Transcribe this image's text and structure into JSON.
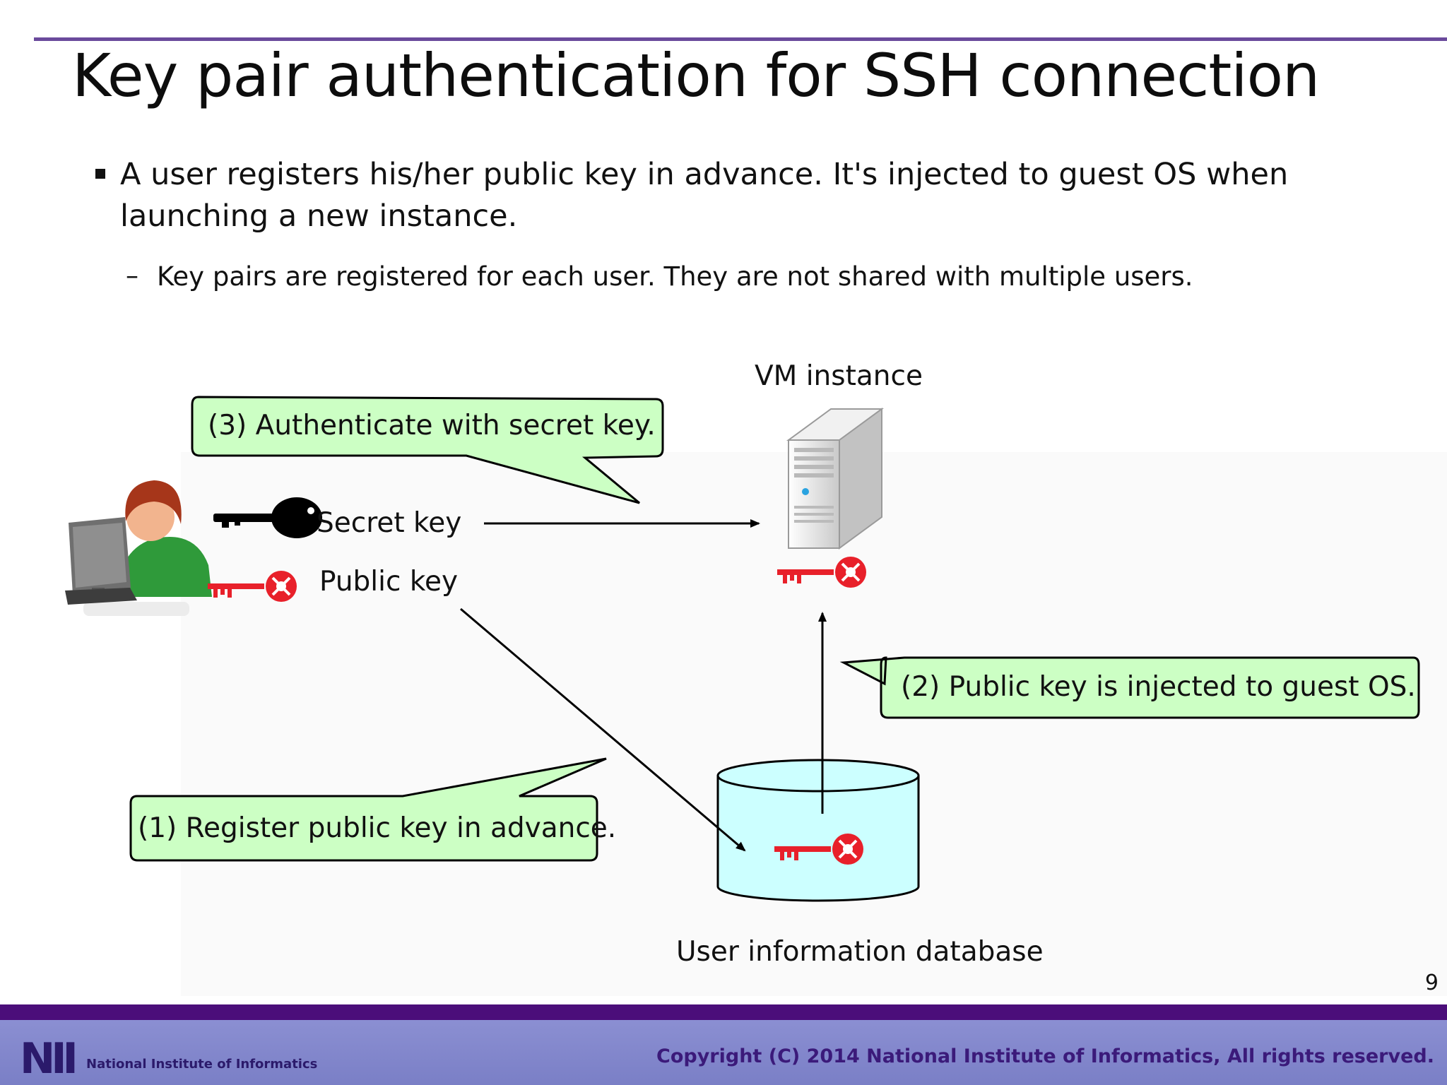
{
  "slide": {
    "title": "Key pair authentication for SSH connection",
    "bullet": "A user registers his/her public key in advance. It's injected to guest OS when launching a new instance.",
    "sub_bullet": "Key pairs are registered for each user. They are not shared with multiple users.",
    "page_number": "9"
  },
  "diagram": {
    "vm_label": "VM instance",
    "db_label": "User information database",
    "secret_key_label": "Secret key",
    "public_key_label": "Public key",
    "callout_1": "(1) Register public key in advance.",
    "callout_2": "(2) Public key is injected to guest OS.",
    "callout_3": "(3) Authenticate with secret key.",
    "callout_color": "#ccffc4",
    "db_color": "#ccffff",
    "key_red": "#e8202a"
  },
  "footer": {
    "logo": "NII",
    "logo_sub": "National Institute of Informatics",
    "copyright": "Copyright (C) 2014 National Institute of Informatics, All rights reserved.",
    "bar_color": "#4b0e7a"
  }
}
